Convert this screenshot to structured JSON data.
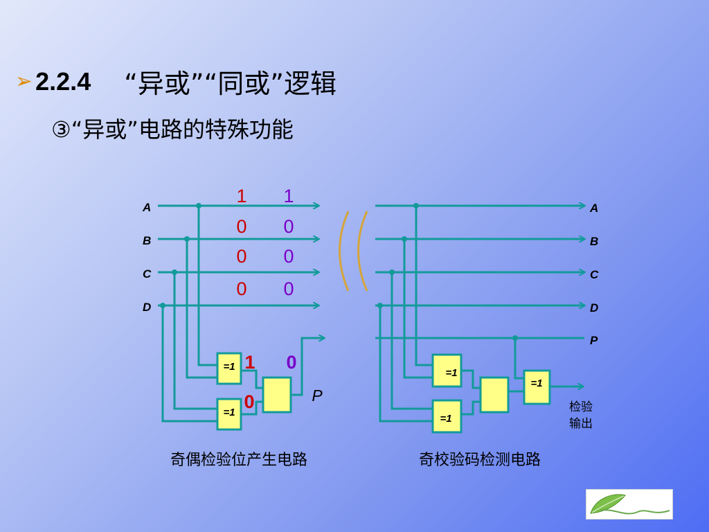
{
  "title": {
    "number": "2.2.4",
    "text": "“异或”“同或”逻辑"
  },
  "subtitle": "③“异或”电路的特殊功能",
  "generator": {
    "caption": "奇偶检验位产生电路",
    "inputs": [
      "A",
      "B",
      "C",
      "D"
    ],
    "values_col1": [
      "1",
      "0",
      "0",
      "0"
    ],
    "values_col2": [
      "1",
      "0",
      "0",
      "0"
    ],
    "gate_label": "=1",
    "gate_out_upper_col1": "1",
    "gate_out_upper_col2": "0",
    "gate_out_lower_col1": "0",
    "output_label": "P"
  },
  "checker": {
    "caption": "奇校验码检测电路",
    "inputs": [
      "A",
      "B",
      "C",
      "D",
      "P"
    ],
    "gate_label": "=1",
    "output_label_line1": "检验",
    "output_label_line2": "输出"
  },
  "colors": {
    "wire": "#129a9a",
    "gate_fill": "#ffff88",
    "value_red": "#cc0000",
    "value_purple": "#7a00c8",
    "break_mark": "#d4a53a"
  }
}
